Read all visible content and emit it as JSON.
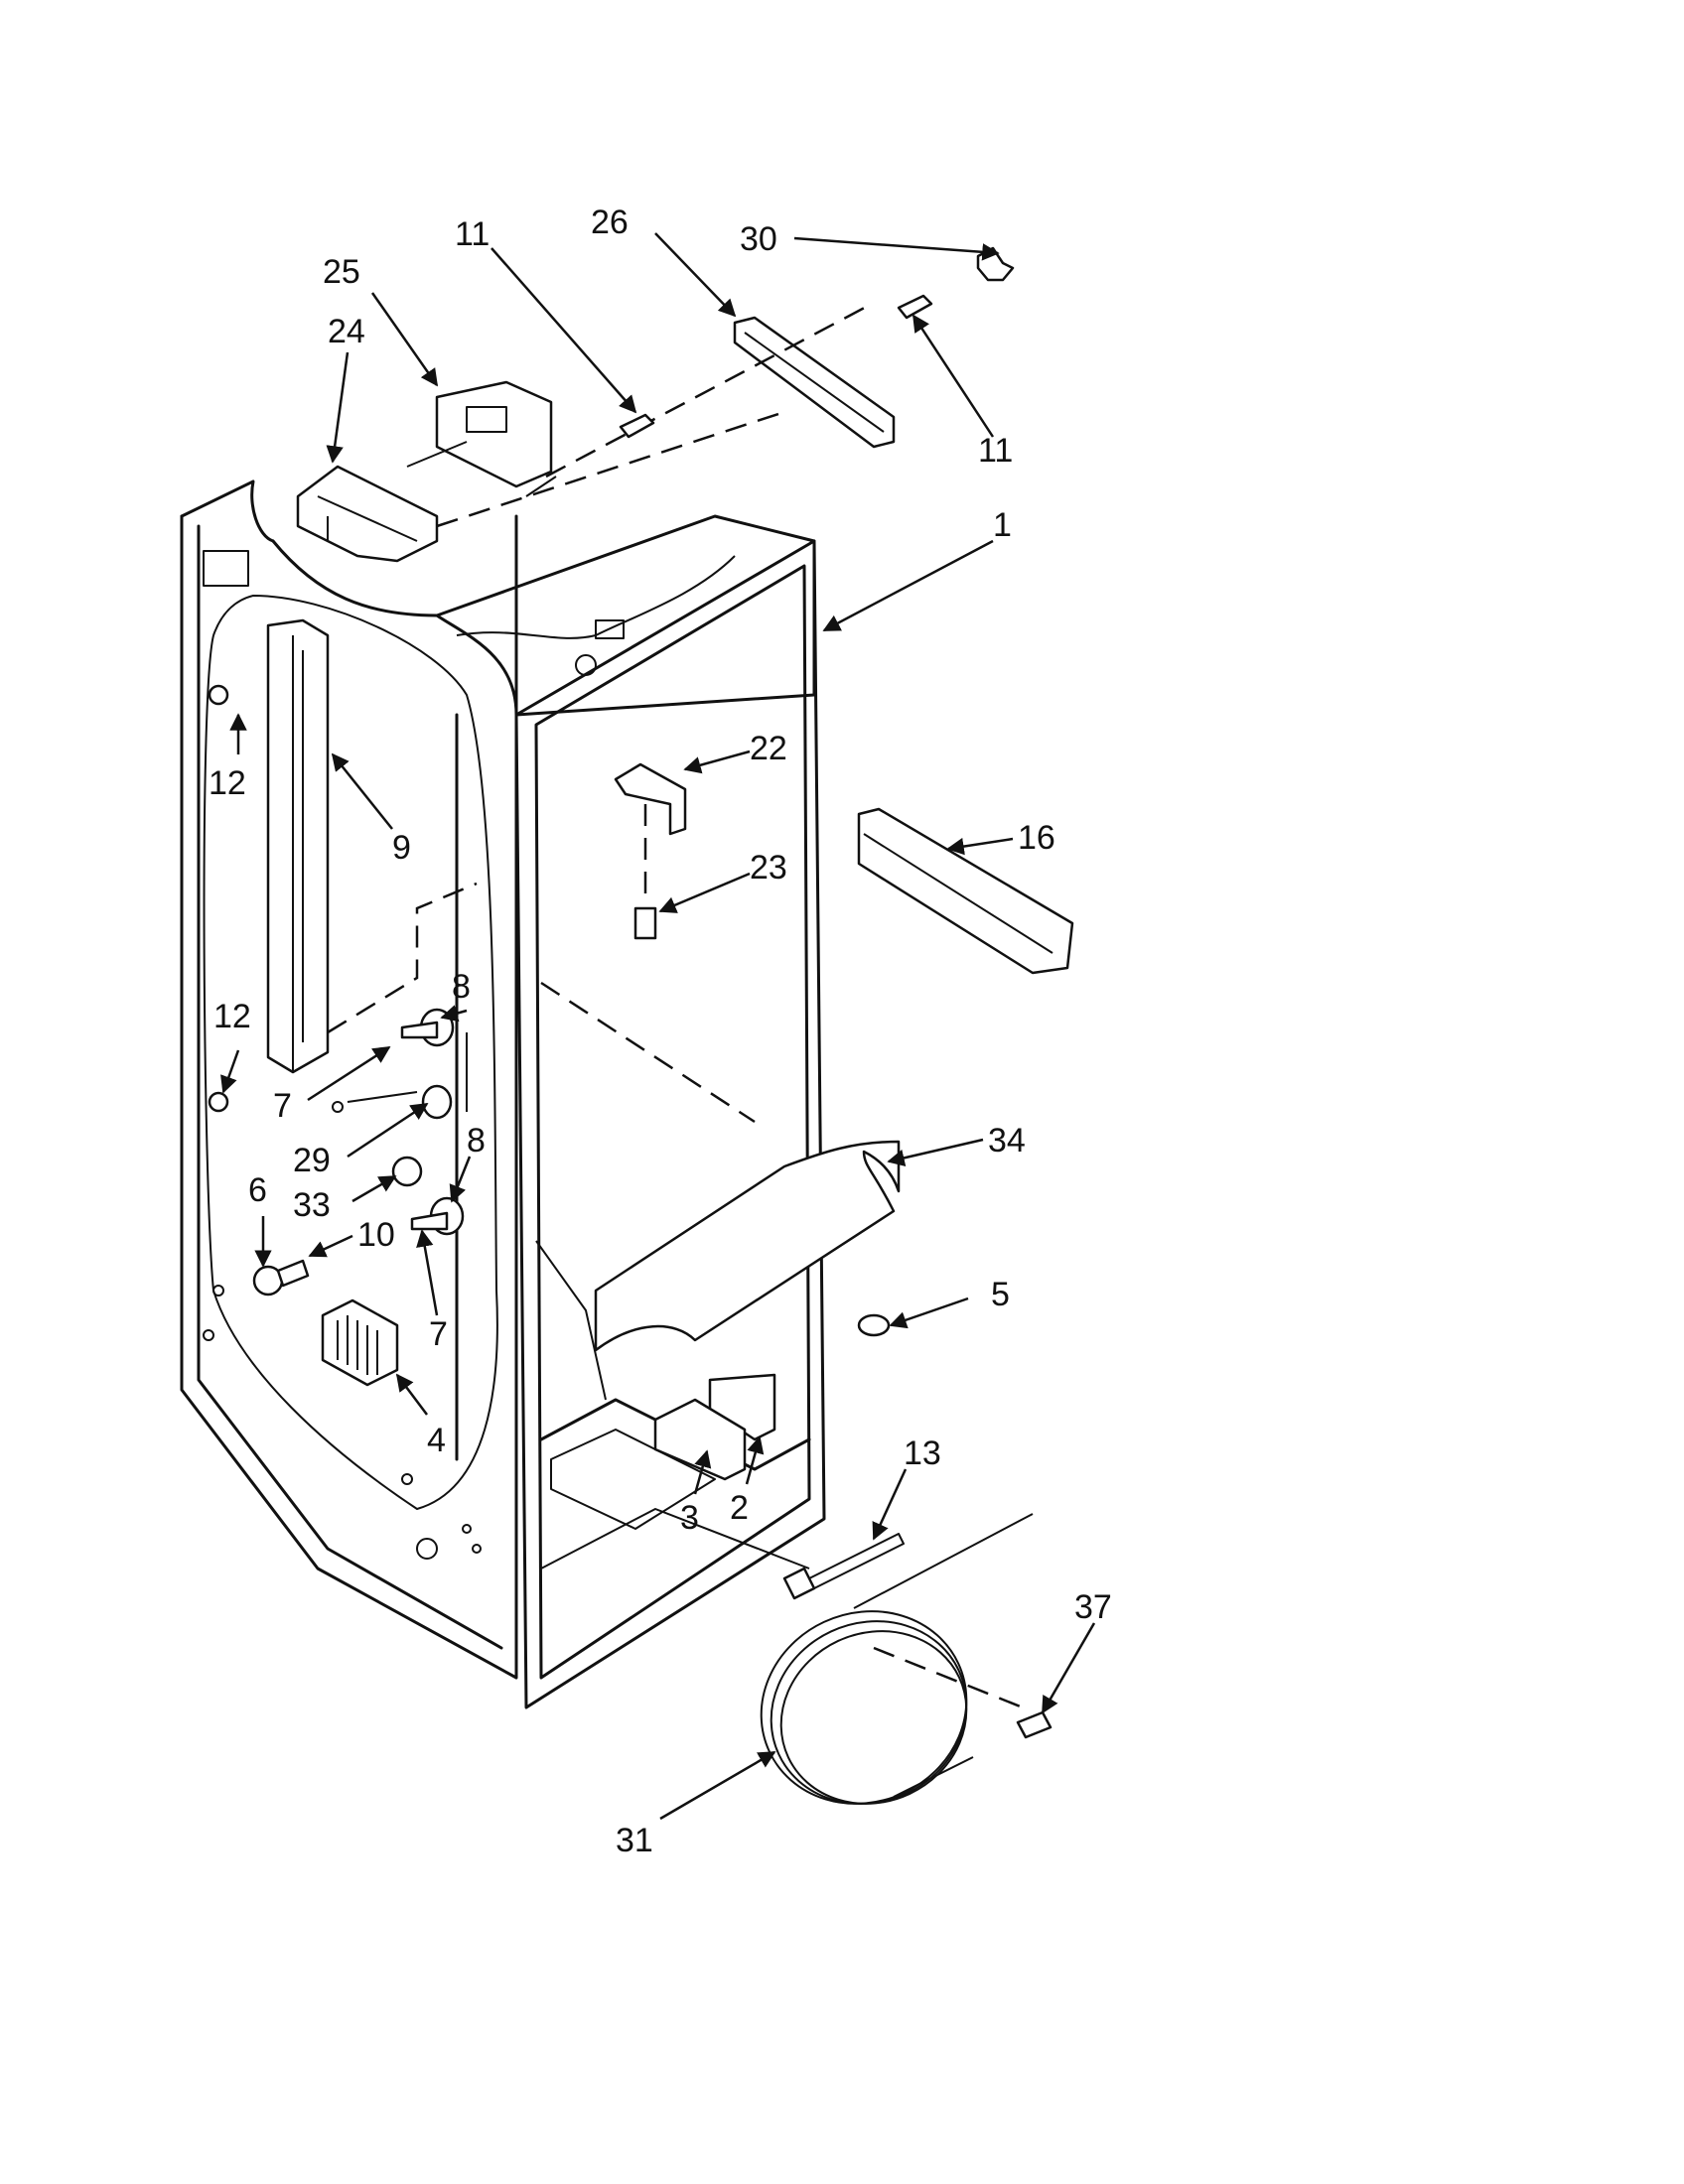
{
  "diagram": {
    "labels": [
      "1",
      "2",
      "3",
      "4",
      "5",
      "6",
      "7",
      "7",
      "8",
      "8",
      "9",
      "10",
      "11",
      "11",
      "12",
      "12",
      "13",
      "16",
      "22",
      "23",
      "24",
      "25",
      "26",
      "29",
      "30",
      "31",
      "33",
      "34",
      "37"
    ]
  }
}
